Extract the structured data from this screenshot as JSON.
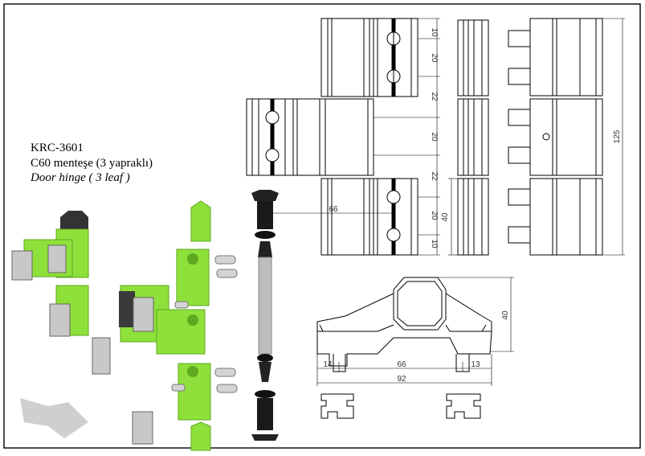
{
  "product": {
    "code": "KRC-3601",
    "name_tr": "C60 menteşe (3 yapraklı)",
    "name_en": "Door hinge ( 3 leaf )"
  },
  "dimensions": {
    "front_view": [
      "10",
      "20",
      "22",
      "20",
      "22",
      "20",
      "10"
    ],
    "pin_offset": "66",
    "leaf_height": "40",
    "total_height": "125",
    "section_height": "40",
    "left_margin": "14",
    "center_span": "66",
    "right_margin": "13",
    "total_width": "92"
  },
  "colors": {
    "accent_green": "#8ee03a",
    "dark_green": "#5fa820",
    "metal": "#c8c8c8",
    "outline": "#000000"
  }
}
